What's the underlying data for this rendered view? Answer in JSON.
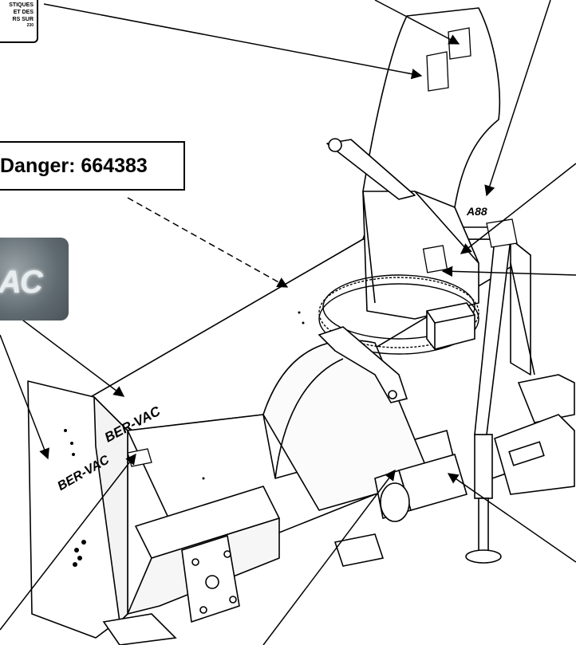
{
  "callout_label": "Danger: 664383",
  "decal_top_left": {
    "line1": "STIQUES",
    "line2": "ET DES",
    "line3": "RS SUR",
    "code": "230"
  },
  "brand": {
    "decal_text": "BER-VAC",
    "logo_text": "AC"
  },
  "housing_number": "A88"
}
